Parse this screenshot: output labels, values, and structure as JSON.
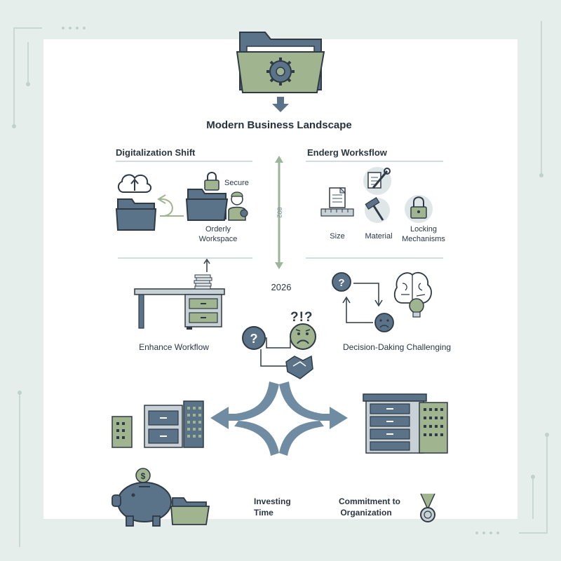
{
  "title": "Modern Business Landscape",
  "sections": {
    "left_heading": "Digitalization Shift",
    "right_heading": "Enderg Worksflow"
  },
  "left_panel": {
    "secure": "Secure",
    "orderly_line1": "Orderly",
    "orderly_line2": "Workspace"
  },
  "right_panel": {
    "size": "Size",
    "material": "Material",
    "locking_line1": "Locking",
    "locking_line2": "Mechanisms"
  },
  "timeline": {
    "rotated_label": "802",
    "year": "2026"
  },
  "middle": {
    "enhance_workflow": "Enhance Workflow",
    "decision": "Decision-Daking Challenging",
    "confusion_marks": "?!?"
  },
  "bottom": {
    "investing_line1": "Investing",
    "investing_line2": "Time",
    "commitment_line1": "Commitment to",
    "commitment_line2": "Organization"
  },
  "colors": {
    "slate": "#5b7389",
    "sage": "#9fb48f",
    "dark": "#2f3a45",
    "arrow_blue": "#6f8ca3",
    "timeline_green": "#9bb69a"
  }
}
